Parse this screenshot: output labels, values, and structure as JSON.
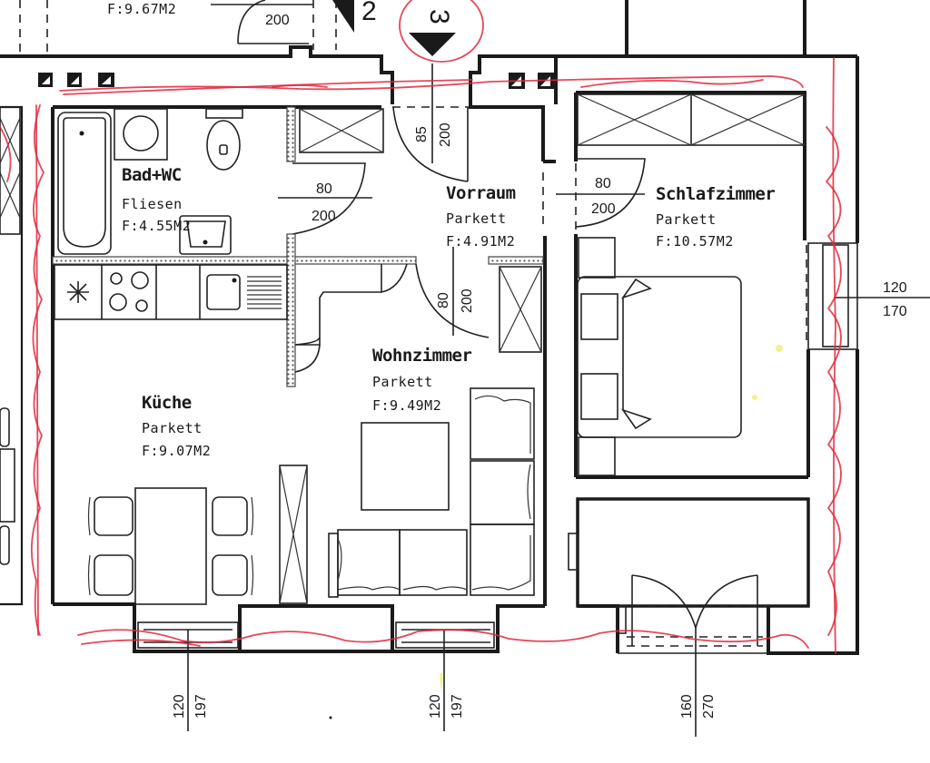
{
  "plan": {
    "type": "apartment-floor-plan",
    "neighbor_area_label": "F:9.67M2",
    "section_markers": [
      {
        "label": "2"
      },
      {
        "label": "3",
        "circled_red": true
      }
    ],
    "rooms": [
      {
        "id": "bad",
        "name": "Bad+WC",
        "floor": "Fliesen",
        "area": "F:4.55M2"
      },
      {
        "id": "vorraum",
        "name": "Vorraum",
        "floor": "Parkett",
        "area": "F:4.91M2"
      },
      {
        "id": "schlafzimmer",
        "name": "Schlafzimmer",
        "floor": "Parkett",
        "area": "F:10.57M2"
      },
      {
        "id": "kueche",
        "name": "Küche",
        "floor": "Parkett",
        "area": "F:9.07M2"
      },
      {
        "id": "wohnzimmer",
        "name": "Wohnzimmer",
        "floor": "Parkett",
        "area": "F:9.49M2"
      }
    ],
    "doors": [
      {
        "location": "top-neighbor",
        "width": "",
        "height": "200"
      },
      {
        "location": "entrance",
        "width": "85",
        "height": "200"
      },
      {
        "location": "bad",
        "width": "80",
        "height": "200"
      },
      {
        "location": "schlafzimmer",
        "width": "80",
        "height": "200"
      },
      {
        "location": "wohnzimmer",
        "width": "80",
        "height": "200"
      }
    ],
    "windows": [
      {
        "location": "schlafzimmer-east",
        "width": "120",
        "height": "170"
      },
      {
        "location": "kueche-south",
        "width": "120",
        "height": "197"
      },
      {
        "location": "wohnzimmer-south",
        "width": "120",
        "height": "197"
      },
      {
        "location": "balcony-door-south",
        "width": "160",
        "height": "270"
      }
    ],
    "annotation_color": "#e0283c"
  }
}
